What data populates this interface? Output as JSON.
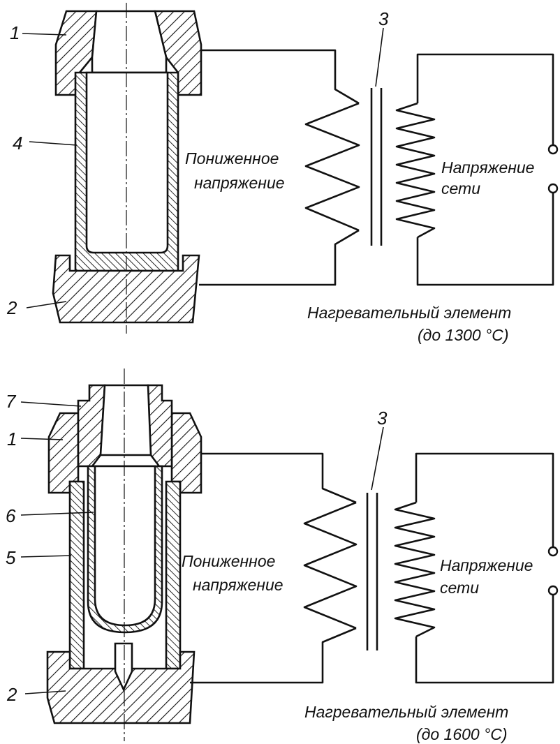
{
  "top_panel": {
    "labels": {
      "n1": "1",
      "n2": "2",
      "n3": "3",
      "n4": "4"
    },
    "low_voltage": [
      "Пониженное",
      "напряжение"
    ],
    "mains": [
      "Напряжение",
      "сети"
    ],
    "caption": [
      "Нагревательный  элемент",
      "(до  1300  °С)"
    ]
  },
  "bottom_panel": {
    "labels": {
      "n1": "1",
      "n2": "2",
      "n3": "3",
      "n5": "5",
      "n6": "6",
      "n7": "7"
    },
    "low_voltage": [
      "Пониженное",
      "напряжение"
    ],
    "mains": [
      "Напряжение",
      "сети"
    ],
    "caption": [
      "Нагревательный  элемент",
      "(до  1600  °С)"
    ]
  }
}
